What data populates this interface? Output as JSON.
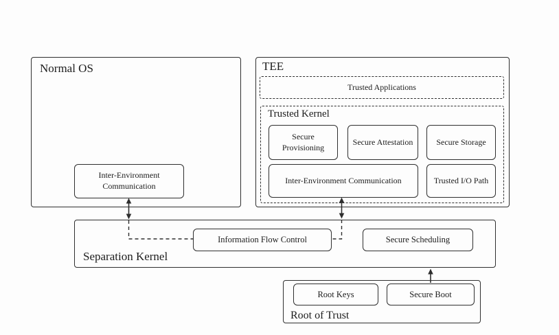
{
  "normal_os": {
    "title": "Normal OS",
    "iec": "Inter-Environment Communication"
  },
  "tee": {
    "title": "TEE",
    "trusted_applications": "Trusted Applications",
    "trusted_kernel": {
      "title": "Trusted Kernel",
      "secure_provisioning": "Secure Provisioning",
      "secure_attestation": "Secure Attestation",
      "secure_storage": "Secure Storage",
      "iec": "Inter-Environment Communication",
      "trusted_io_path": "Trusted I/O Path"
    }
  },
  "separation_kernel": {
    "title": "Separation Kernel",
    "information_flow_control": "Information Flow Control",
    "secure_scheduling": "Secure Scheduling"
  },
  "root_of_trust": {
    "title": "Root of Trust",
    "root_keys": "Root Keys",
    "secure_boot": "Secure Boot"
  },
  "colors": {
    "line": "#2e2e2e",
    "text": "#1c1c1c",
    "background": "#fdfdfd"
  }
}
